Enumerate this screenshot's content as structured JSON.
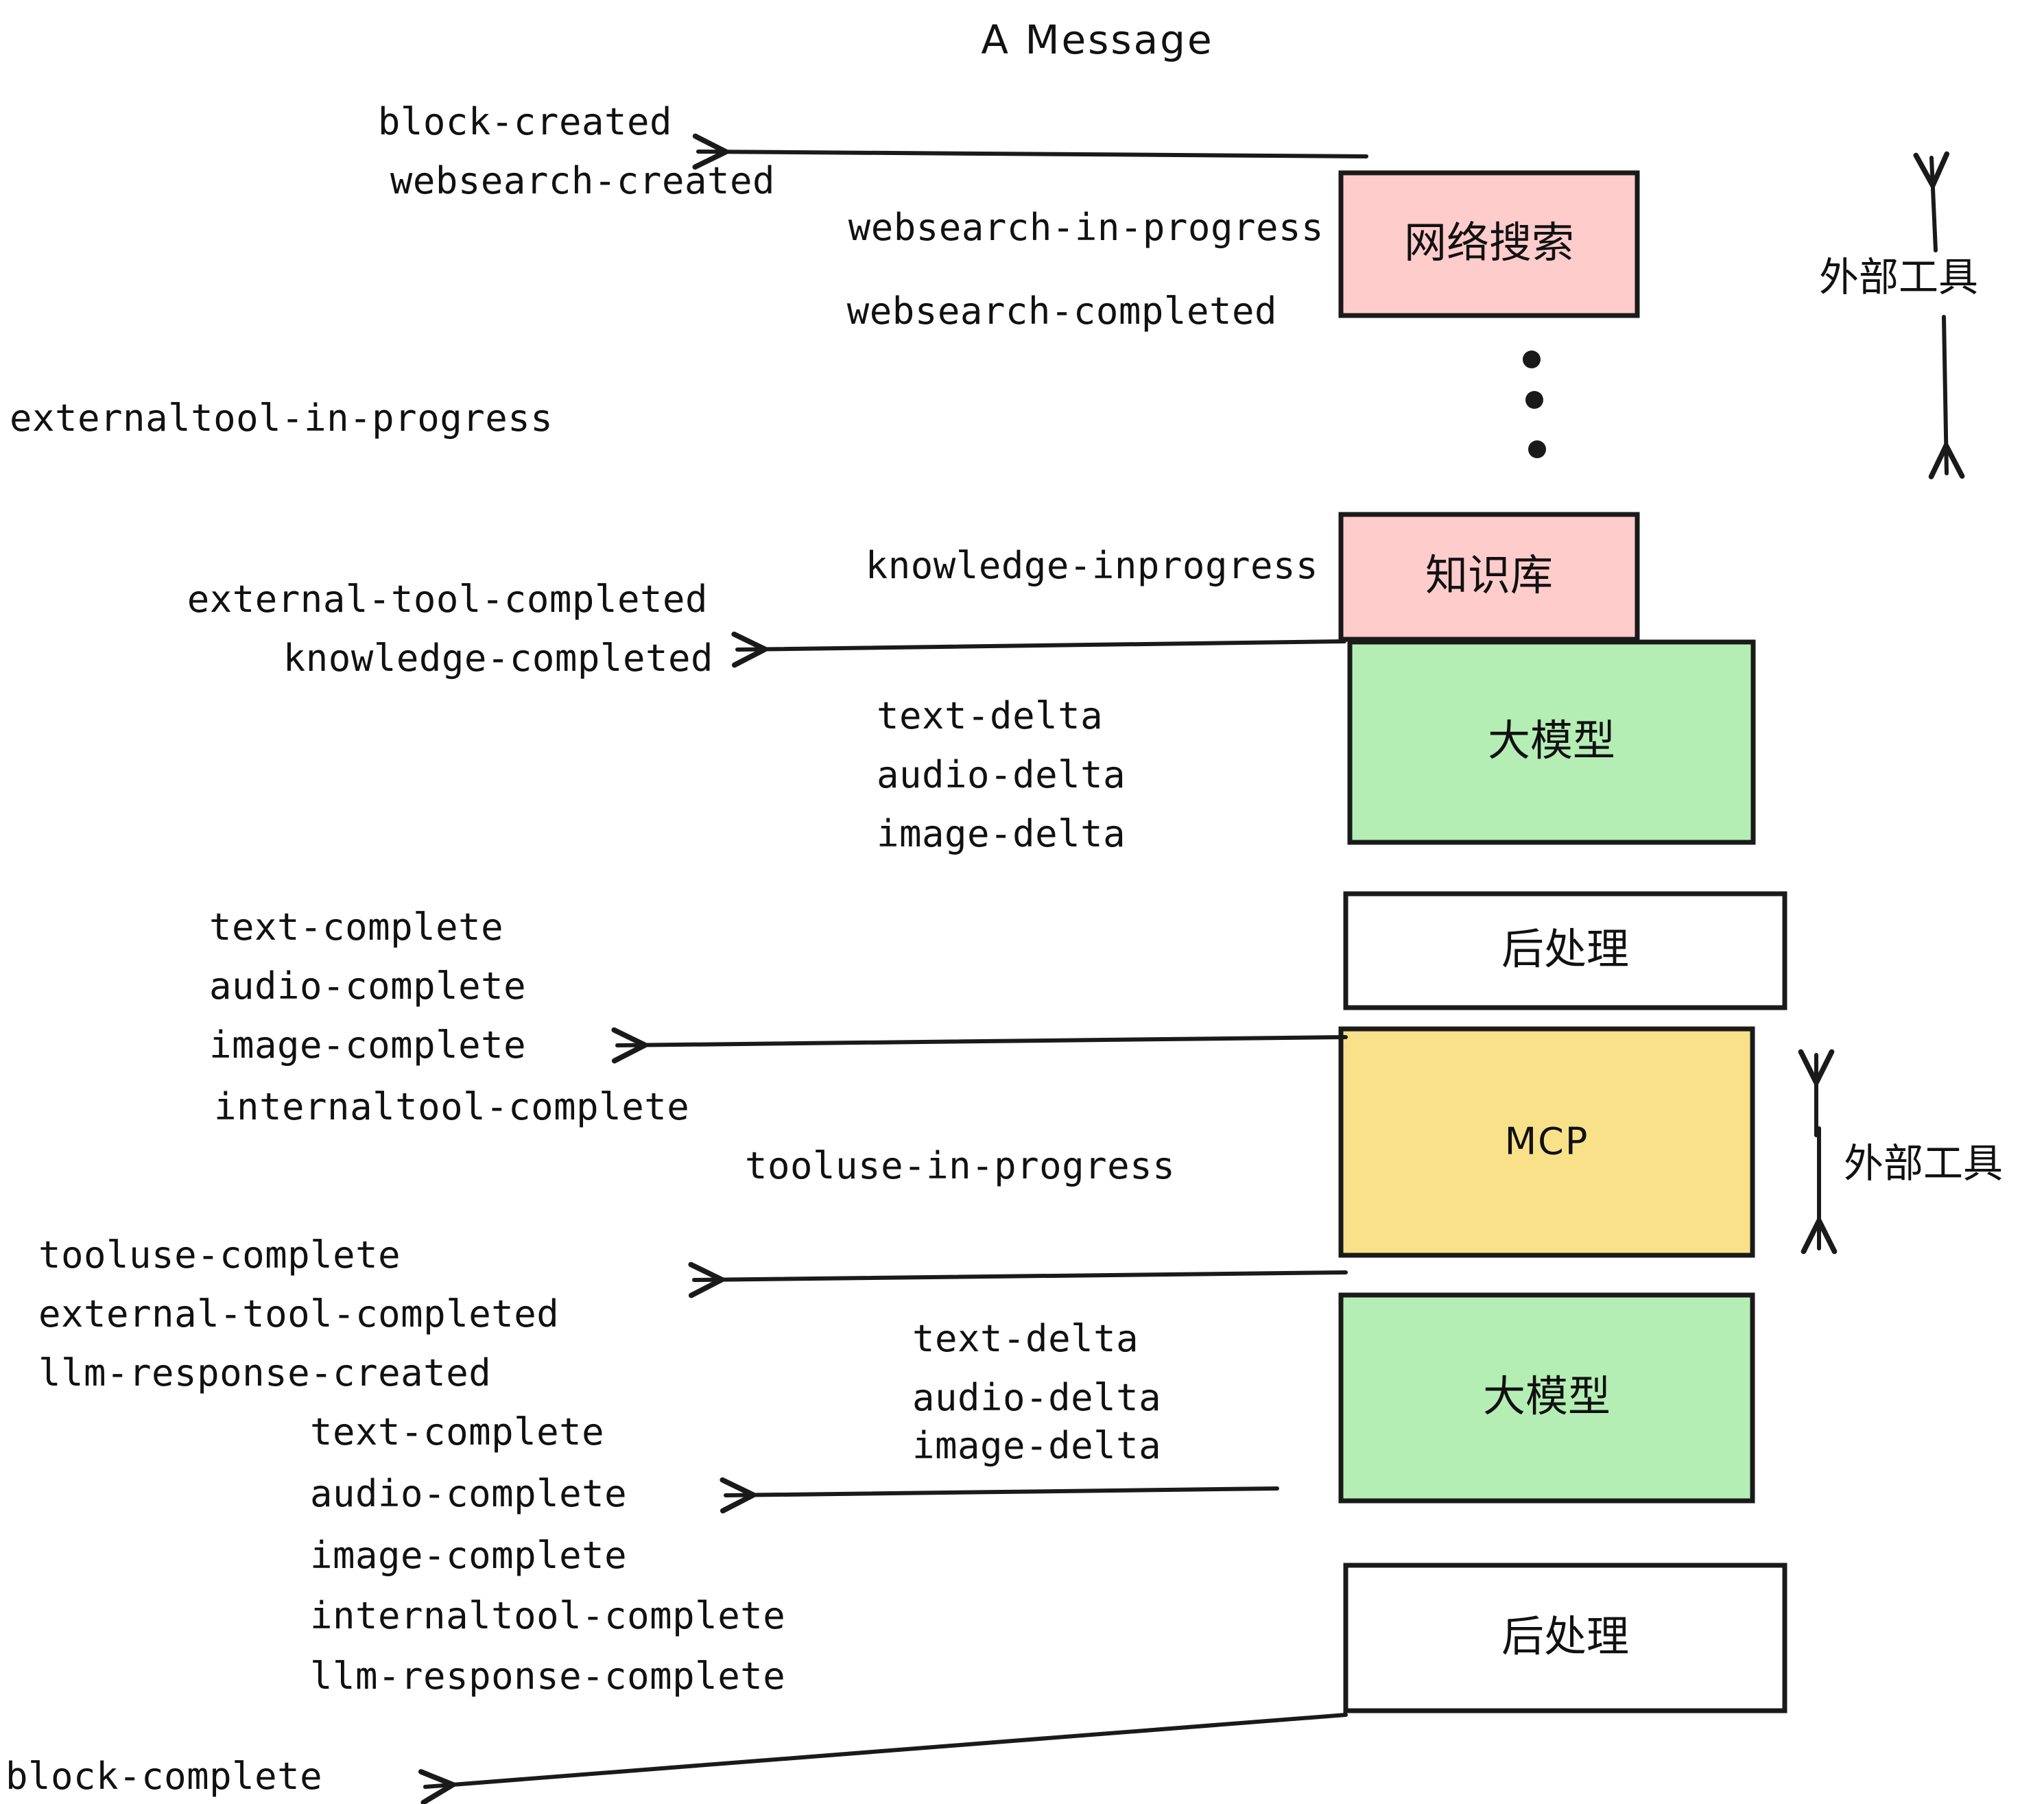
{
  "title": "A Message",
  "colors": {
    "tool_pink": "#ffcccc",
    "llm_green": "#b5eeb5",
    "mcp_yellow": "#f9e18a",
    "postprocess_white": "#ffffff",
    "stroke": "#1a1a1a",
    "text": "#111111",
    "background": "#ffffff"
  },
  "nodes": [
    {
      "id": "websearch",
      "label": "网络搜索",
      "fill": "#ffcccc"
    },
    {
      "id": "knowledge",
      "label": "知识库",
      "fill": "#ffcccc"
    },
    {
      "id": "llm1",
      "label": "大模型",
      "fill": "#b5eeb5"
    },
    {
      "id": "postprocess1",
      "label": "后处理",
      "fill": "#ffffff"
    },
    {
      "id": "mcp",
      "label": "MCP",
      "fill": "#f9e18a"
    },
    {
      "id": "llm2",
      "label": "大模型",
      "fill": "#b5eeb5"
    },
    {
      "id": "postprocess2",
      "label": "后处理",
      "fill": "#ffffff"
    }
  ],
  "side_annotations": [
    {
      "id": "external-tool-top",
      "label": "外部工具"
    },
    {
      "id": "external-tool-bottom",
      "label": "外部工具"
    }
  ],
  "events": {
    "block_created": "block-created",
    "websearch_created": "websearch-created",
    "websearch_in_progress": "websearch-in-progress",
    "websearch_completed": "websearch-completed",
    "externaltool_in_progress": "externaltool-in-progress",
    "knowledge_inprogress": "knowledge-inprogress",
    "external_tool_completed_1": "external-tool-completed",
    "knowledge_completed": "knowledge-completed",
    "text_delta_1": "text-delta",
    "audio_delta_1": "audio-delta",
    "image_delta_1": "image-delta",
    "text_complete_1": "text-complete",
    "audio_complete_1": "audio-complete",
    "image_complete_1": "image-complete",
    "internaltool_complete_1": "internaltool-complete",
    "tooluse_in_progress": "tooluse-in-progress",
    "tooluse_complete": "tooluse-complete",
    "external_tool_completed_2": "external-tool-completed",
    "llm_response_created": "llm-response-created",
    "text_delta_2": "text-delta",
    "audio_delta_2": "audio-delta",
    "image_delta_2": "image-delta",
    "text_complete_2": "text-complete",
    "audio_complete_2": "audio-complete",
    "image_complete_2": "image-complete",
    "internaltool_complete_2": "internaltool-complete",
    "llm_response_complete": "llm-response-complete",
    "block_complete": "block-complete"
  },
  "ellipsis": {
    "dots": 3
  }
}
